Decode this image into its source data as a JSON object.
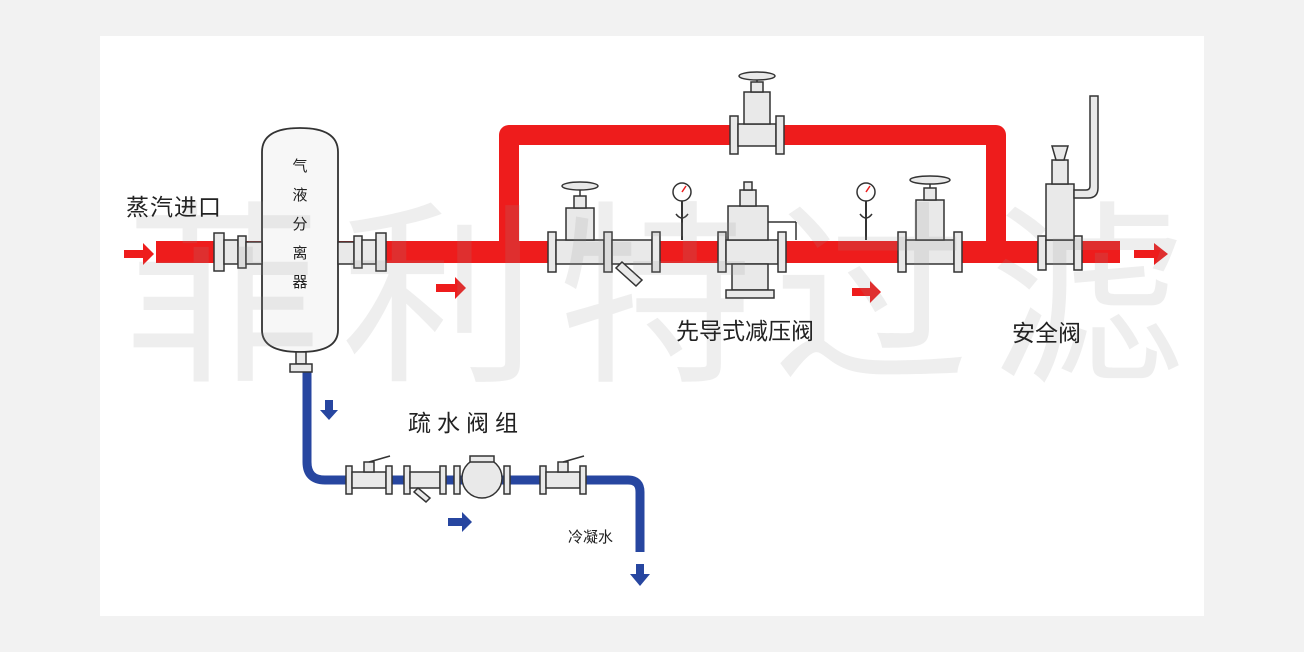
{
  "labels": {
    "steam_inlet": "蒸汽进口",
    "separator": [
      "气",
      "液",
      "分",
      "离",
      "器"
    ],
    "pressure_reducing_valve": "先导式减压阀",
    "safety_valve": "安全阀",
    "drain_valve_group": "疏水阀组",
    "condensate": "冷凝水"
  },
  "watermark": "菲利特过滤",
  "colors": {
    "steam_pipe": "#ee1c1c",
    "condensate_pipe": "#2746a0",
    "valve_fill": "#e9e9e9",
    "valve_stroke": "#333333"
  }
}
